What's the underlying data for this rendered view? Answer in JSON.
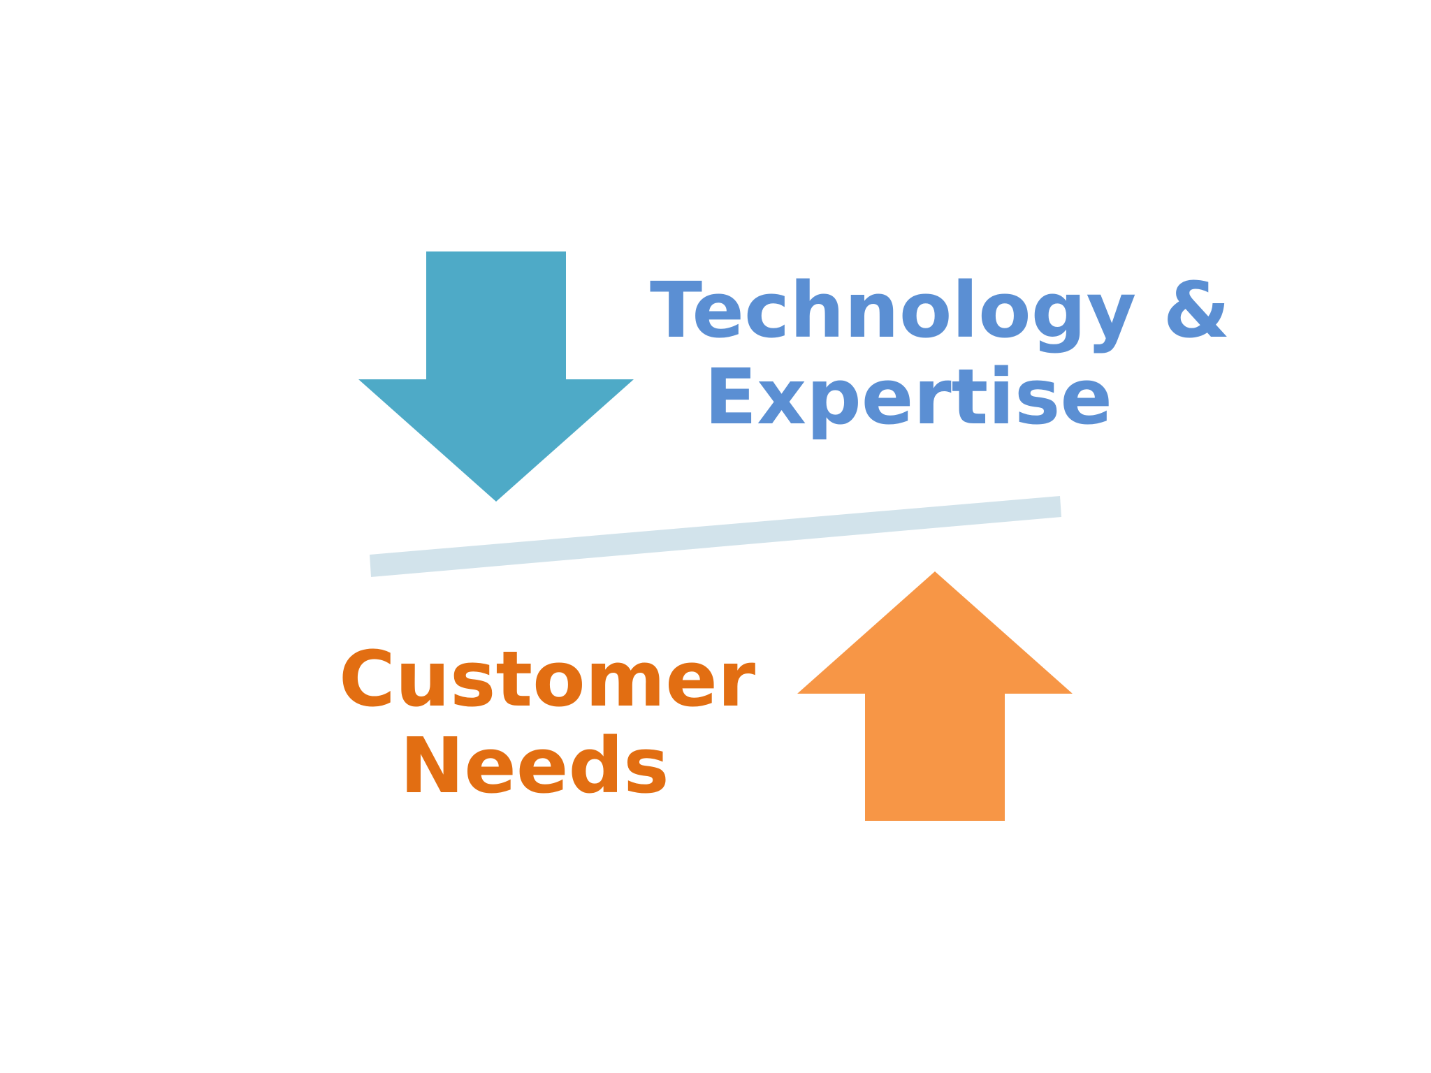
{
  "diagram": {
    "top_label": {
      "line1": "Technology &",
      "line2": "Expertise",
      "color": "#5b8fd3"
    },
    "bottom_label": {
      "line1": "Customer",
      "line2": "Needs",
      "color": "#e26e12"
    },
    "colors": {
      "down_arrow": "#4eaac7",
      "up_arrow": "#f79646",
      "balance_bar": "#d2e3eb"
    },
    "icons": {
      "down_arrow": "arrow-down-icon",
      "up_arrow": "arrow-up-icon",
      "bar": "balance-bar"
    }
  }
}
